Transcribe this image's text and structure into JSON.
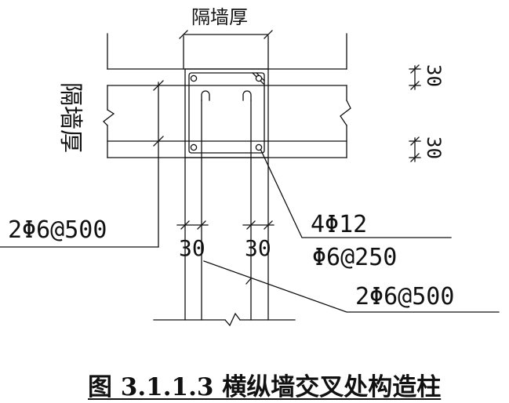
{
  "labels": {
    "partition_wall_thickness_top": "隔墙厚",
    "partition_wall_thickness_left": "隔墙厚",
    "dim_30_upper": "30",
    "dim_30_lower": "30",
    "dim_30_left": "30",
    "dim_30_right": "30",
    "tie_left": "2Φ6@500",
    "column_main_bars": "4Φ12",
    "column_stirrups": "Φ6@250",
    "tie_bottom": "2Φ6@500"
  },
  "caption": "图 3.1.1.3 横纵墙交叉处构造柱"
}
